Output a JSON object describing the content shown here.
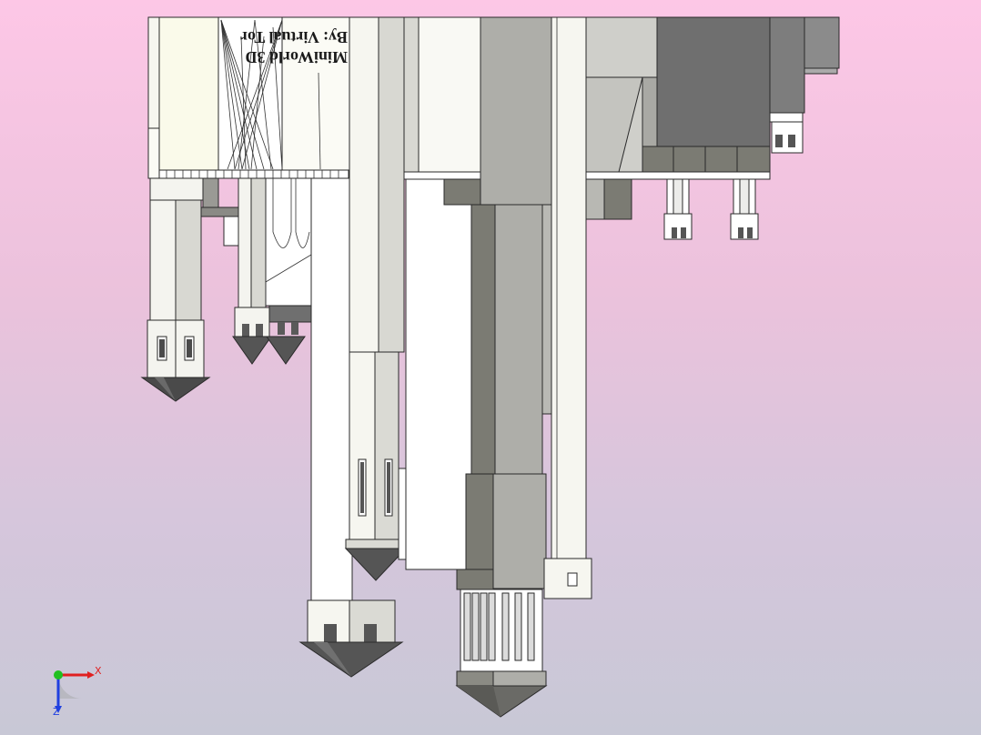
{
  "model": {
    "engraving_line1": "MiniWorld 3D",
    "engraving_line2": "By: Virtual Tor"
  },
  "triad": {
    "x_label": "X",
    "z_label": "Z",
    "x_color": "#e02020",
    "y_color": "#20c020",
    "z_color": "#2040e0"
  },
  "colors": {
    "background_top": "#fdc7e6",
    "background_bottom": "#c8c8d6",
    "light_face": "#f3f3ee",
    "mid_face": "#cfcfca",
    "dark_face": "#7b7b73",
    "darker_face": "#6f6f6f"
  }
}
